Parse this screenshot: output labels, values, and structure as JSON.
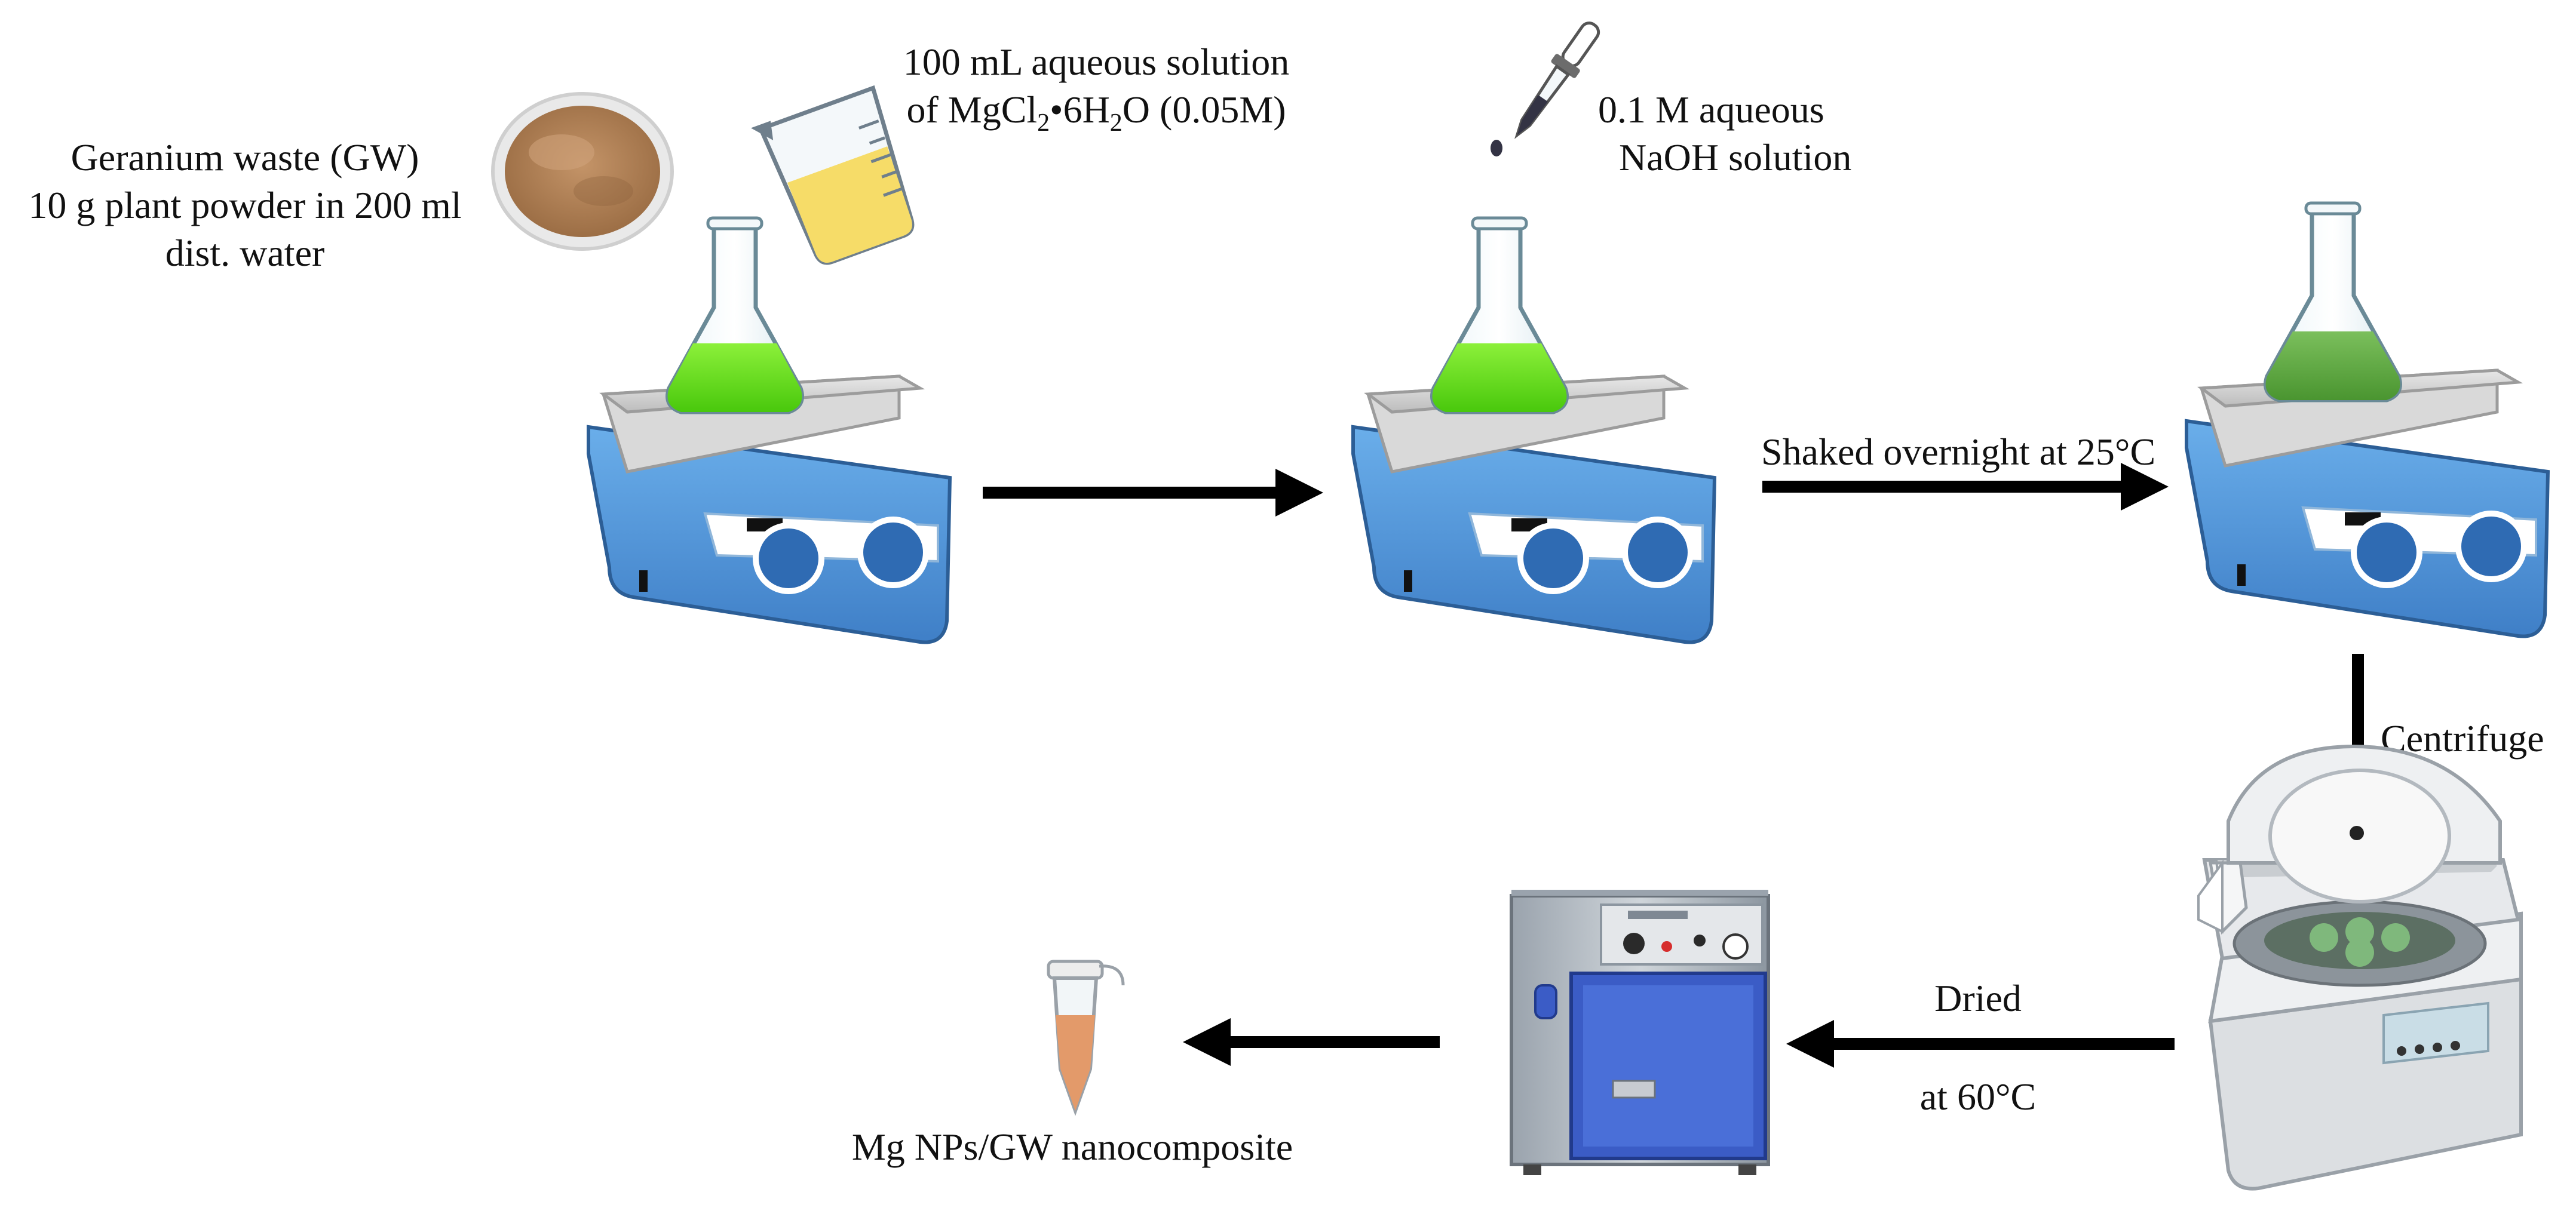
{
  "labels": {
    "gw_line1": "Geranium waste (GW)",
    "gw_line2": "10 g plant powder in 200 ml",
    "gw_line3": "dist. water",
    "mgcl_line1": "100 mL aqueous solution",
    "mgcl_line2_prefix": "of MgCl",
    "mgcl_sub1": "2",
    "mgcl_line2_mid": "•6H",
    "mgcl_sub2": "2",
    "mgcl_line2_suffix": "O (0.05M)",
    "naoh_line1": "0.1 M aqueous",
    "naoh_line2": "NaOH solution",
    "shaked": "Shaked overnight at 25°C",
    "centrifuge": "Centrifuge",
    "dried": "Dried",
    "temp": "at 60°C",
    "product": "Mg NPs/GW nanocomposite"
  },
  "icons": {
    "powder": "petri-dish-powder-icon",
    "beaker": "beaker-yellow-solution-icon",
    "dropper": "dropper-icon",
    "stirrer": "hot-plate-stirrer-icon",
    "centrifuge": "centrifuge-machine-icon",
    "oven": "drying-oven-icon",
    "tube": "microcentrifuge-tube-icon"
  },
  "colors": {
    "liquid_bright": "#6BE314",
    "liquid_dark": "#55A83A",
    "device_blue": "#4A90D9",
    "yellow_solution": "#F5DA63",
    "powder_brown": "#B98A5E",
    "arrow": "#000000",
    "oven_blue": "#3D5FC4",
    "product_orange": "#E39A6A"
  }
}
